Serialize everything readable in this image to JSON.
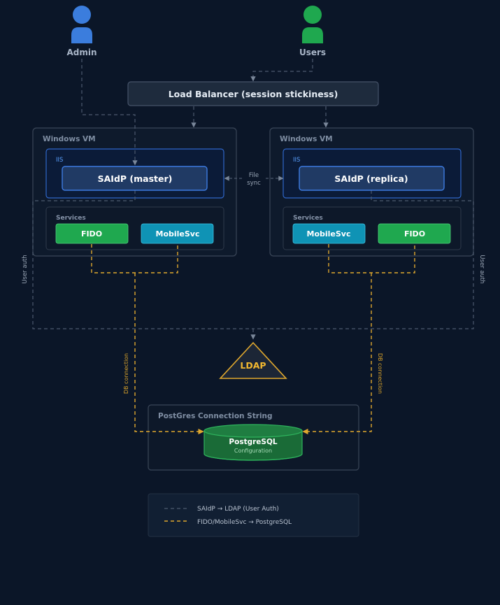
{
  "actors": {
    "admin": "Admin",
    "users": "Users"
  },
  "load_balancer": "Load Balancer (session stickiness)",
  "vm_left": {
    "title": "Windows VM",
    "iis_label": "IIS",
    "idp_label": "SAIdP (master)",
    "services_label": "Services",
    "service_a": "FIDO",
    "service_b": "MobileSvc"
  },
  "vm_right": {
    "title": "Windows VM",
    "iis_label": "IIS",
    "idp_label": "SAIdP (replica)",
    "services_label": "Services",
    "service_a": "MobileSvc",
    "service_b": "FIDO"
  },
  "file_sync": {
    "line1": "File",
    "line2": "sync"
  },
  "user_auth_left": "User auth",
  "user_auth_right": "User auth",
  "db_connection_left": "DB connection",
  "db_connection_right": "DB connection",
  "ldap": "LDAP",
  "postgres_box": {
    "title": "PostGres Connection String",
    "db_name": "PostgreSQL",
    "db_sub": "Configuration"
  },
  "legend": {
    "ldap_entry": "SAIdP → LDAP (User Auth)",
    "pg_entry": "FIDO/MobileSvc → PostgreSQL"
  },
  "colors": {
    "background": "#0b1628",
    "admin": "#3b7ddd",
    "users": "#1fa84f",
    "idp_border": "#3d7be0",
    "fido": "#1fa84f",
    "mobilesvc": "#0f93b5",
    "ldap_line": "#4d5a6e",
    "postgres_line": "#e0a82e",
    "database": "#1a6b37"
  }
}
